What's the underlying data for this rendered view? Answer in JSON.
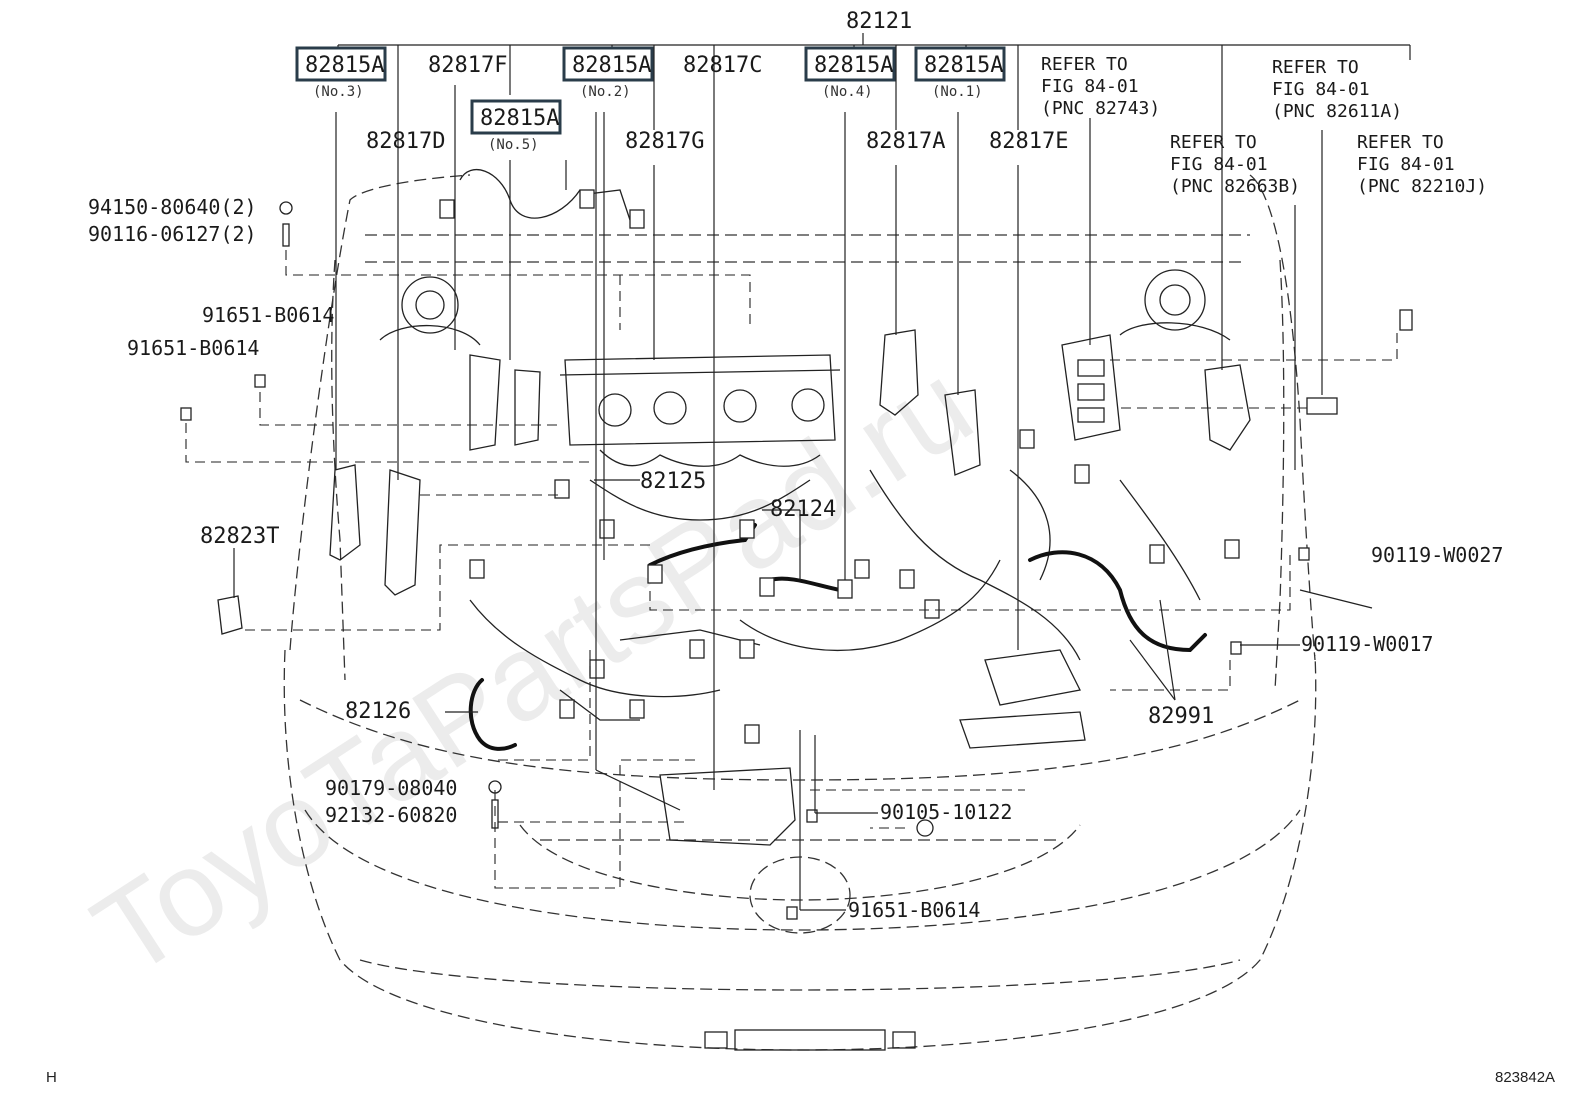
{
  "watermark": "ToyoTaPartsPad.ru",
  "diagram_code": "823842A",
  "corner_letter": "H",
  "top_part": "82121",
  "boxed_parts": [
    {
      "part": "82815A",
      "sub": "(No.3)"
    },
    {
      "part": "82815A",
      "sub": "(No.2)"
    },
    {
      "part": "82815A",
      "sub": "(No.4)"
    },
    {
      "part": "82815A",
      "sub": "(No.1)"
    },
    {
      "part": "82815A",
      "sub": "(No.5)"
    }
  ],
  "parts": {
    "p82817F": "82817F",
    "p82817C": "82817C",
    "p82817D": "82817D",
    "p82817G": "82817G",
    "p82817A": "82817A",
    "p82817E": "82817E",
    "p82125": "82125",
    "p82124": "82124",
    "p82823T": "82823T",
    "p82126": "82126",
    "p82991": "82991"
  },
  "fasteners": {
    "f1": "94150-80640(2)",
    "f2": "90116-06127(2)",
    "f3": "91651-B0614",
    "f4": "91651-B0614",
    "f5": "90119-W0027",
    "f6": "90119-W0017",
    "f7": "90179-08040",
    "f8": "92132-60820",
    "f9": "90105-10122",
    "f10": "91651-B0614"
  },
  "references": [
    {
      "l1": "REFER TO",
      "l2": "FIG 84-01",
      "l3": "(PNC 82743)"
    },
    {
      "l1": "REFER TO",
      "l2": "FIG 84-01",
      "l3": "(PNC 82611A)"
    },
    {
      "l1": "REFER TO",
      "l2": "FIG 84-01",
      "l3": "(PNC 82663B)"
    },
    {
      "l1": "REFER TO",
      "l2": "FIG 84-01",
      "l3": "(PNC 82210J)"
    }
  ]
}
